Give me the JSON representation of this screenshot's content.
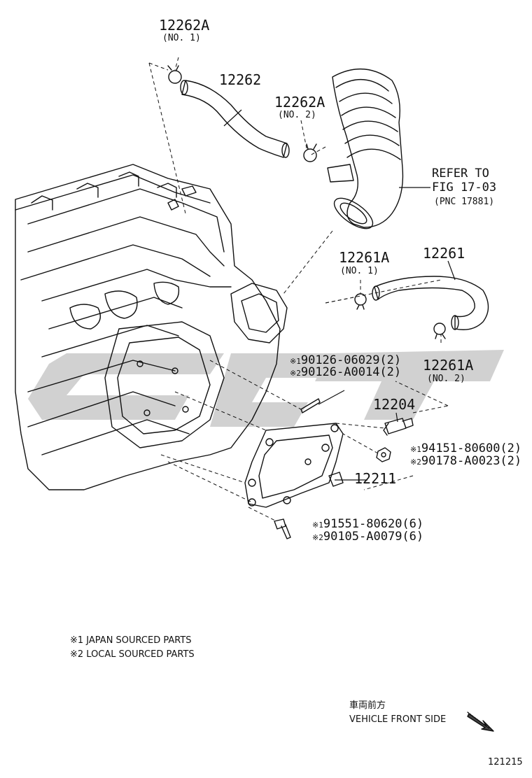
{
  "callouts": {
    "p12262A_1": {
      "num": "12262A",
      "sub": "(NO. 1)"
    },
    "p12262": {
      "num": "12262"
    },
    "p12262A_2": {
      "num": "12262A",
      "sub": "(NO. 2)"
    },
    "refer": {
      "line1": "REFER TO",
      "line2": "FIG 17-03",
      "line3": "(PNC 17881)"
    },
    "p12261A_1": {
      "num": "12261A",
      "sub": "(NO. 1)"
    },
    "p12261": {
      "num": "12261"
    },
    "p12261A_2": {
      "num": "12261A",
      "sub": "(NO. 2)"
    },
    "p12204": {
      "num": "12204"
    },
    "p12211": {
      "num": "12211"
    },
    "stud": {
      "m1": "※1",
      "pn1": "90126-06029(2)",
      "m2": "※2",
      "pn2": "90126-A0014(2)"
    },
    "nut": {
      "m1": "※1",
      "pn1": "94151-80600(2)",
      "m2": "※2",
      "pn2": "90178-A0023(2)"
    },
    "bolt": {
      "m1": "※1",
      "pn1": "91551-80620(6)",
      "m2": "※2",
      "pn2": "90105-A0079(6)"
    }
  },
  "notes": [
    "※1 JAPAN SOURCED PARTS",
    "※2 LOCAL SOURCED PARTS"
  ],
  "front": {
    "jp": "車両前方",
    "en": "VEHICLE FRONT SIDE"
  },
  "figure_id": "121215",
  "watermark_color": "#c9c9c9"
}
